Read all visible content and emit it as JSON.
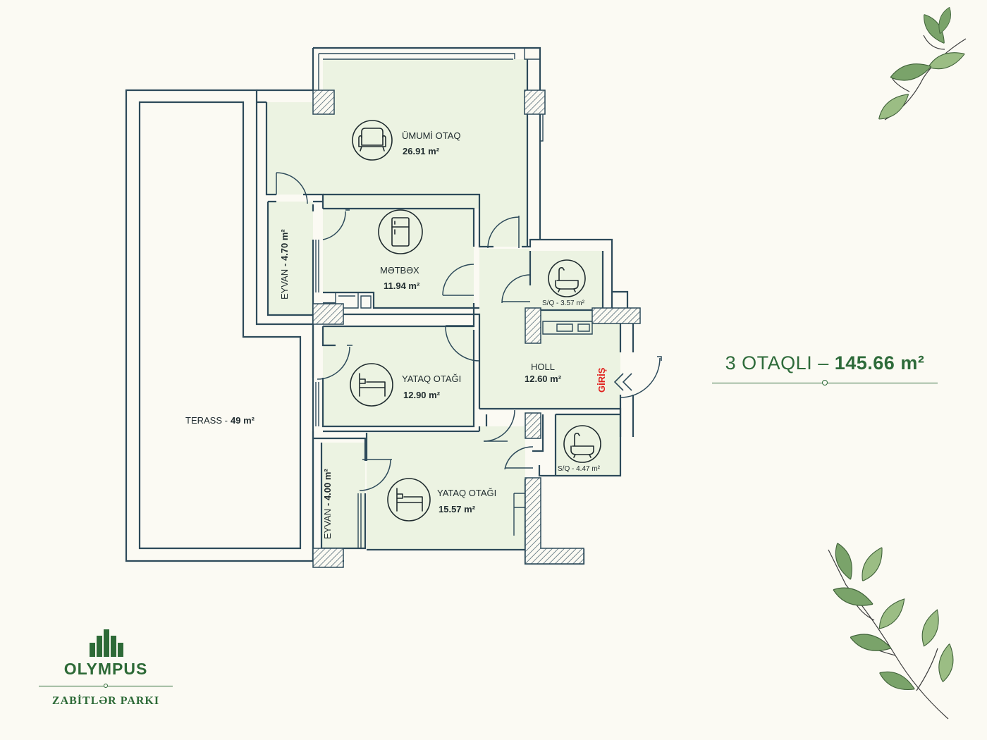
{
  "colors": {
    "wall": "#2d4a5a",
    "room_fill": "#ecf3e2",
    "brand": "#2d6a37",
    "entry": "#e0201d",
    "background": "#fbfaf3"
  },
  "summary": {
    "rooms_label": "3 OTAQLI –",
    "total_area": "145.66 m²"
  },
  "rooms": {
    "living": {
      "name": "ÜMUMİ OTAQ",
      "area": "26.91 m²",
      "icon": "sofa-icon"
    },
    "kitchen": {
      "name": "MƏTBƏX",
      "area": "11.94 m²",
      "icon": "fridge-icon"
    },
    "bedroom1": {
      "name": "YATAQ OTAĞI",
      "area": "12.90 m²",
      "icon": "bed-icon"
    },
    "bedroom2": {
      "name": "YATAQ OTAĞI",
      "area": "15.57 m²",
      "icon": "bed-icon"
    },
    "hall": {
      "name": "HOLL",
      "area": "12.60 m²"
    },
    "bath1": {
      "label": "S/Q - 3.57 m²",
      "icon": "bathtub-icon"
    },
    "bath2": {
      "label": "S/Q - 4.47 m²",
      "icon": "bathtub-icon"
    },
    "balcony1": {
      "name": "EYVAN",
      "area": "- 4.70 m²"
    },
    "balcony2": {
      "name": "EYVAN",
      "area": "- 4.00 m²"
    },
    "terrace": {
      "name": "TERASS -",
      "area": "49 m²"
    }
  },
  "entry": {
    "label": "GİRİŞ",
    "icon": "double-chevron-left-icon"
  },
  "logo": {
    "brand": "OLYMPUS",
    "subtitle": "ZABİTLƏR PARKI",
    "icon": "buildings-logo-icon"
  },
  "decor": {
    "icon": "leaf-branch-icon"
  }
}
